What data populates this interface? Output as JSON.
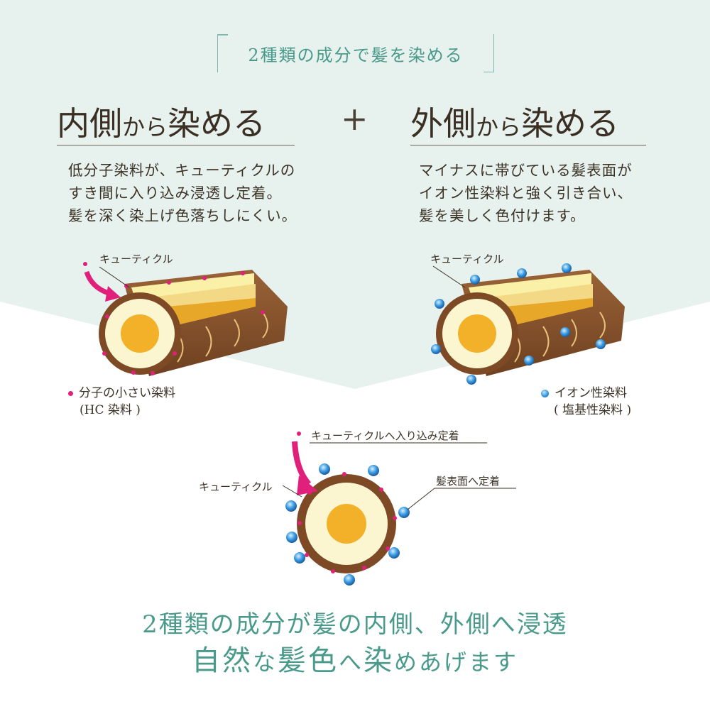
{
  "badge": {
    "text": "2種類の成分で髪を染める"
  },
  "left": {
    "heading_a": "内側",
    "heading_b": "から",
    "heading_c": "染める",
    "desc": [
      "低分子染料が、キューティクルの",
      "すき間に入り込み浸透し定着。",
      "髪を深く染上げ色落ちしにくい。"
    ],
    "cuticle_label": "キューティクル",
    "legend_line1": "分子の小さい染料",
    "legend_line2": "(HC 染料 )"
  },
  "plus": "+",
  "right": {
    "heading_a": "外側",
    "heading_b": "から",
    "heading_c": "染める",
    "desc": [
      "マイナスに帯びている髪表面が",
      "イオン性染料と強く引き合い、",
      "髪を美しく色付けます。"
    ],
    "cuticle_label": "キューティクル",
    "legend_line1": "イオン性染料",
    "legend_line2": "( 塩基性染料 )"
  },
  "center": {
    "label_top": "キューティクルへ入り込み定着",
    "label_left": "キューティクル",
    "label_right": "髪表面へ定着"
  },
  "bottom": {
    "line1": "2種類の成分が髪の内側、外側へ浸透",
    "line2_a": "自然",
    "line2_b": "な",
    "line2_c": "髪色",
    "line2_d": "へ",
    "line2_e": "染",
    "line2_f": "めあげます"
  },
  "colors": {
    "accent": "#4a9a8c",
    "magenta": "#e0207a",
    "bg_top": "#e7f1ee"
  }
}
